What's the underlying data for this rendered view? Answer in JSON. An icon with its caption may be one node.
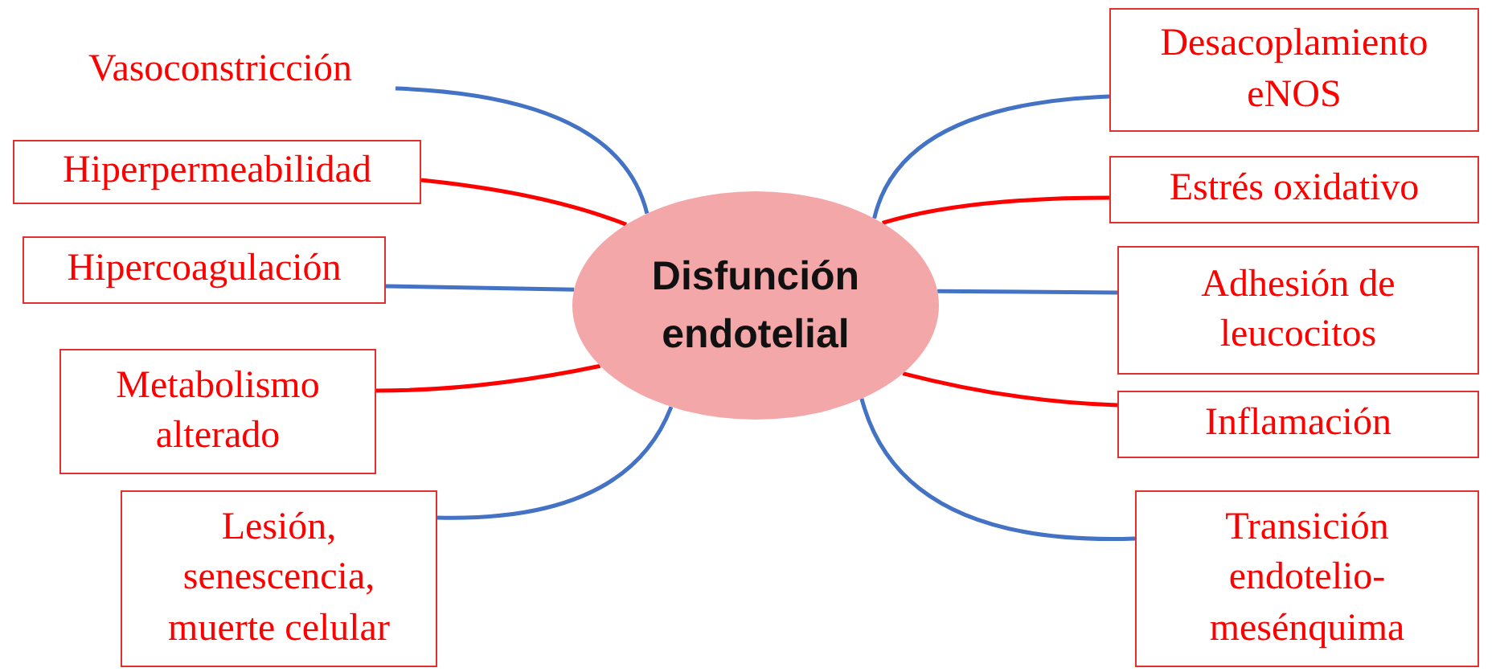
{
  "diagram": {
    "nodes": [
      {
        "text": [
          "Disfunción endotelial"
        ]
      },
      {
        "text": [
          "Vasoconstricción"
        ]
      },
      {
        "text": [
          "Hiperpermeabilidad"
        ]
      },
      {
        "text": [
          "Hipercoagulación"
        ]
      },
      {
        "text": [
          "Metabolismo alterado"
        ]
      },
      {
        "text": [
          "Lesión, senescencia, muerte celular"
        ]
      },
      {
        "text": [
          "Desacoplamiento eNOS"
        ]
      },
      {
        "text": [
          "Estrés oxidativo"
        ]
      },
      {
        "text": [
          "Adhesión de leucocitos"
        ]
      },
      {
        "text": [
          "Inflamación"
        ]
      },
      {
        "text": [
          "Transición endotelio-mesénquima"
        ]
      }
    ],
    "edges": [
      {
        "from": 1,
        "to": 0,
        "arrow": "none"
      },
      {
        "from": 2,
        "to": 0,
        "arrow": "none",
        "color": "#ff0000"
      },
      {
        "from": 3,
        "to": 0,
        "arrow": "none"
      },
      {
        "from": 4,
        "to": 0,
        "arrow": "none",
        "color": "#ff0000"
      },
      {
        "from": 5,
        "to": 0,
        "arrow": "none"
      },
      {
        "from": 6,
        "to": 0,
        "arrow": "none"
      },
      {
        "from": 7,
        "to": 0,
        "arrow": "none",
        "color": "#ff0000"
      },
      {
        "from": 8,
        "to": 0,
        "arrow": "none"
      },
      {
        "from": 9,
        "to": 0,
        "arrow": "none",
        "color": "#ff0000"
      },
      {
        "from": 10,
        "to": 0,
        "arrow": "none"
      }
    ]
  }
}
